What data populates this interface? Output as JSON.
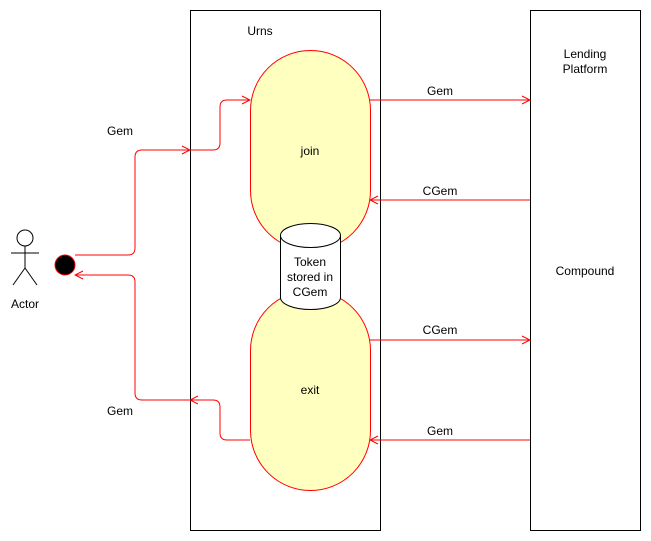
{
  "actor": {
    "label": "Actor"
  },
  "urns": {
    "title": "Urns"
  },
  "join": {
    "label": "join"
  },
  "exit": {
    "label": "exit"
  },
  "token": {
    "line1": "Token",
    "line2": "stored in",
    "line3": "CGem"
  },
  "platform": {
    "title_line1": "Lending",
    "title_line2": "Platform",
    "compound": "Compound"
  },
  "edges": {
    "actor_to_join": "Gem",
    "exit_to_actor": "Gem",
    "join_to_platform": "Gem",
    "platform_to_join": "CGem",
    "exit_to_platform": "CGem",
    "platform_to_exit": "Gem"
  },
  "colors": {
    "arrow": "#ff0000",
    "process_fill": "#ffffc0",
    "process_stroke": "#ff0000",
    "box_stroke": "#000000",
    "node_fill": "#000000"
  }
}
